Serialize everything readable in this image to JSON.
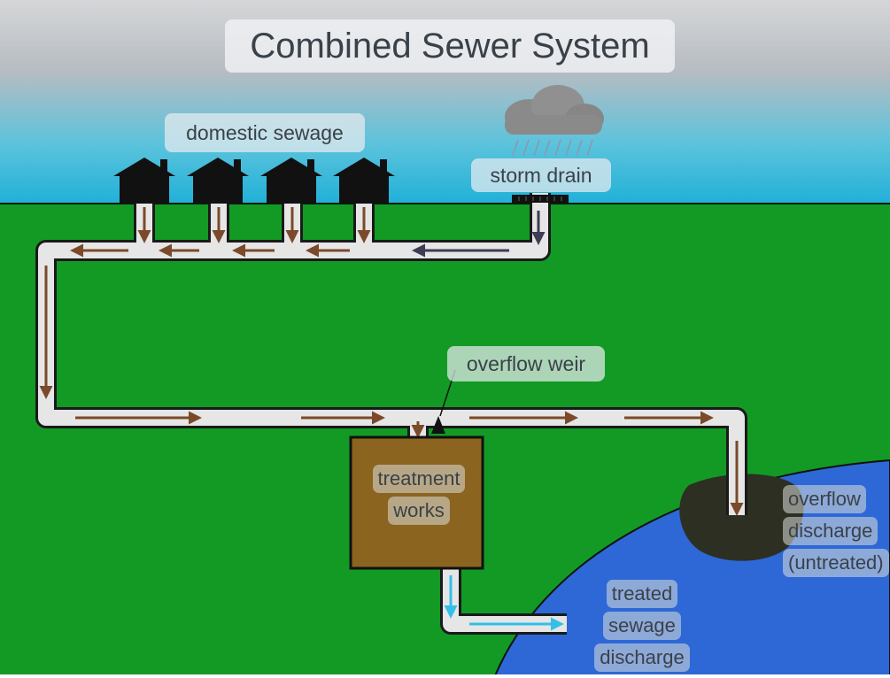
{
  "diagram": {
    "title": "Combined Sewer System",
    "labels": {
      "domestic_sewage": "domestic sewage",
      "storm_drain": "storm drain",
      "overflow_weir": "overflow weir",
      "treatment_works": [
        "treatment",
        "works"
      ],
      "treated_discharge": [
        "treated",
        "sewage",
        "discharge"
      ],
      "overflow_discharge": [
        "overflow",
        "discharge",
        "(untreated)"
      ]
    },
    "colors": {
      "sky_top": "#b9bcc0",
      "sky_bottom": "#1fb3d6",
      "ground": "#129a25",
      "water": "#2d68d6",
      "pollution": "#2c2f22",
      "pipe": "#e6e6e6",
      "sewage_flow": "#7a4a2a",
      "storm_flow": "#3c3c55",
      "treated_flow": "#33bfe8",
      "treatment_works": "#8b6420",
      "house": "#111111",
      "cloud": "#8a8a8a"
    },
    "icons": [
      "house-icon",
      "rain-cloud-icon",
      "storm-drain-grate-icon"
    ]
  }
}
